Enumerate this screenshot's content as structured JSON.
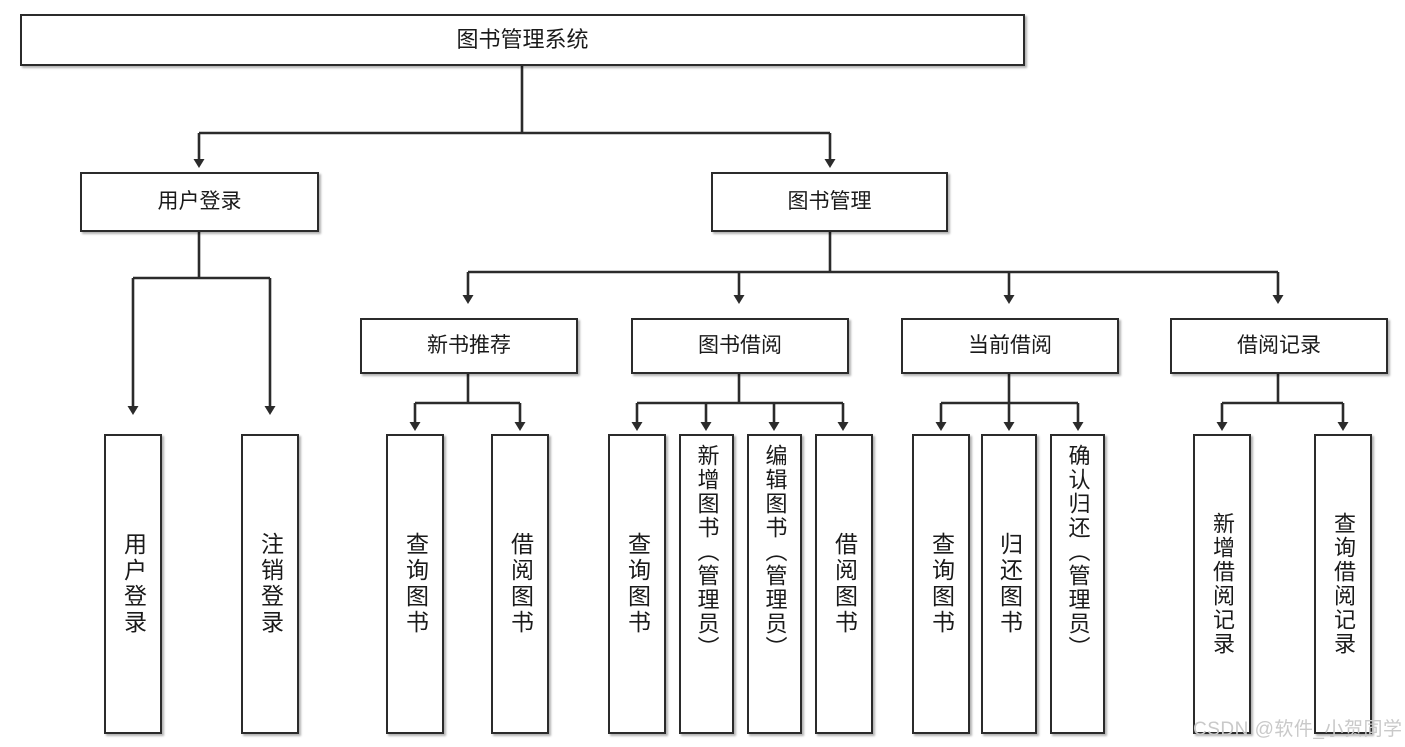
{
  "diagram": {
    "title": "图书管理系统",
    "type": "tree-hierarchy-chart",
    "watermark": "CSDN @软件_小贺同学",
    "colors": {
      "border": "#2b2b2b",
      "background": "#ffffff",
      "text": "#1a1a1a",
      "watermark": "#c9c9c9"
    },
    "nodes": {
      "root": {
        "label": "图书管理系统"
      },
      "level2": [
        {
          "id": "user-login",
          "label": "用户登录"
        },
        {
          "id": "book-manage",
          "label": "图书管理"
        }
      ],
      "level3": [
        {
          "id": "new-book-recommend",
          "label": "新书推荐"
        },
        {
          "id": "book-borrow",
          "label": "图书借阅"
        },
        {
          "id": "current-borrow",
          "label": "当前借阅"
        },
        {
          "id": "borrow-record",
          "label": "借阅记录"
        }
      ],
      "leaves": {
        "user_login": [
          {
            "id": "leaf-user-login",
            "label": "用户登录"
          },
          {
            "id": "leaf-logout-login",
            "label": "注销登录"
          }
        ],
        "new_book_recommend": [
          {
            "id": "leaf-query-book-1",
            "label": "查询图书"
          },
          {
            "id": "leaf-borrow-book-1",
            "label": "借阅图书"
          }
        ],
        "book_borrow": [
          {
            "id": "leaf-query-book-2",
            "label": "查询图书"
          },
          {
            "id": "leaf-add-book",
            "label": "新增图书（管理员）"
          },
          {
            "id": "leaf-edit-book",
            "label": "编辑图书（管理员）"
          },
          {
            "id": "leaf-borrow-book-2",
            "label": "借阅图书"
          }
        ],
        "current_borrow": [
          {
            "id": "leaf-query-book-3",
            "label": "查询图书"
          },
          {
            "id": "leaf-return-book",
            "label": "归还图书"
          },
          {
            "id": "leaf-confirm-return",
            "label": "确认归还（管理员）"
          }
        ],
        "borrow_record": [
          {
            "id": "leaf-add-record",
            "label": "新增借阅记录"
          },
          {
            "id": "leaf-query-record",
            "label": "查询借阅记录"
          }
        ]
      }
    }
  }
}
